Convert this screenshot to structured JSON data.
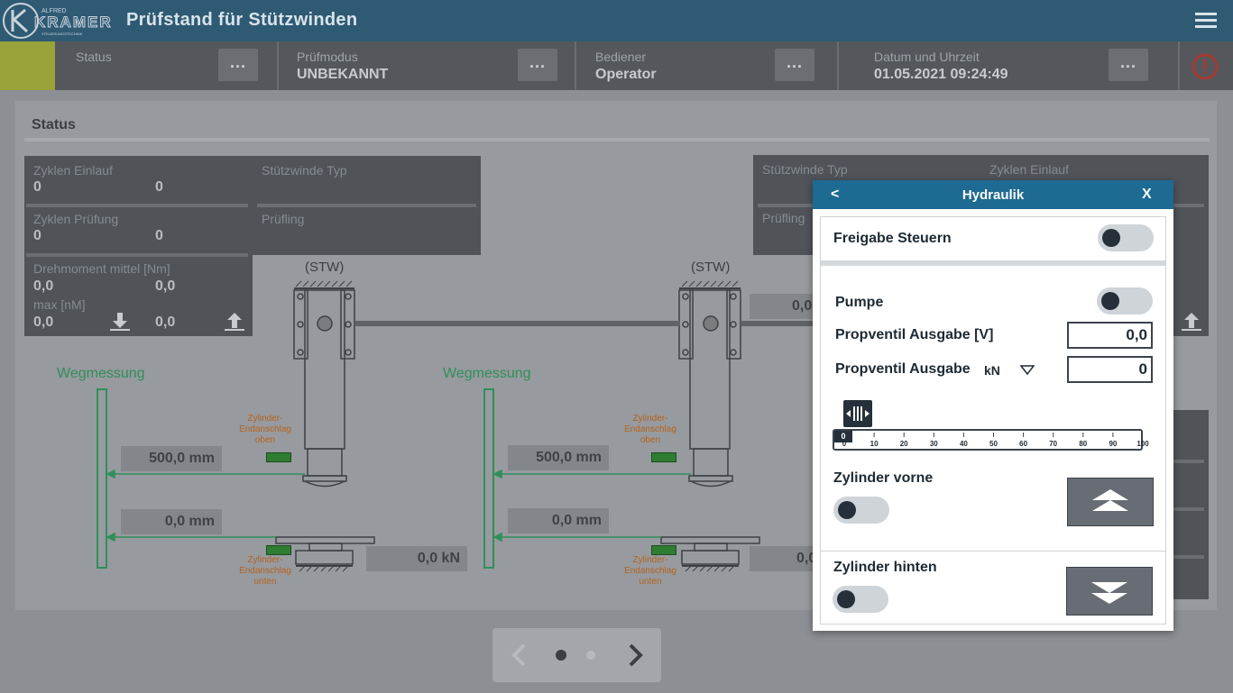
{
  "header": {
    "logo_top": "ALFRED",
    "logo_main": "KRAMER",
    "logo_sub": "STEUERUNGSTECHNIK",
    "title": "Prüfstand für Stützwinden"
  },
  "statusbar": {
    "status_label": "Status",
    "mode_label": "Prüfmodus",
    "mode_value": "UNBEKANNT",
    "operator_label": "Bediener",
    "operator_value": "Operator",
    "datetime_label": "Datum und Uhrzeit",
    "datetime_value": "01.05.2021 09:24:49",
    "dots": "...",
    "status_color": "#9aa33a",
    "alarm_color": "#c0392b"
  },
  "main": {
    "section_title": "Status",
    "left_box": {
      "cycles_run_in_label": "Zyklen Einlauf",
      "cycles_run_in_a": "0",
      "cycles_run_in_b": "0",
      "cycles_test_label": "Zyklen Prüfung",
      "cycles_test_a": "0",
      "cycles_test_b": "0",
      "type_label": "Stützwinde Typ",
      "specimen_label": "Prüfling",
      "torque_label": "Drehmoment mittel [Nm]",
      "torque_a": "0,0",
      "torque_b": "0,0",
      "max_label": "max [nM]",
      "max_a": "0,0",
      "max_b": "0,0"
    },
    "right_box": {
      "type_label": "Stützwinde Typ",
      "cycles_run_in_label": "Zyklen Einlauf",
      "specimen_label": "Prüfling",
      "partial_value": "0,0"
    },
    "diagram": {
      "stw_label": "(STW)",
      "path_label": "Wegmessung",
      "upper_stop": "Zylinder-\nEndanschlag\noben",
      "lower_stop": "Zylinder-\nEndanschlag\nunten",
      "upper_distance": "500,0 mm",
      "lower_distance": "0,0 mm",
      "force": "0,0 kN",
      "partial_force": "0,0",
      "partial_top": "0,0"
    }
  },
  "dialog": {
    "back": "<",
    "title": "Hydraulik",
    "close": "X",
    "release_label": "Freigabe Steuern",
    "pump_label": "Pumpe",
    "valve_v_label": "Propventil Ausgabe [V]",
    "valve_v_value": "0,0",
    "valve_kn_label": "Propventil Ausgabe",
    "valve_kn_unit": "kN",
    "valve_kn_value": "0",
    "slider_value": "0",
    "slider_ticks": [
      "0",
      "10",
      "20",
      "30",
      "40",
      "50",
      "60",
      "70",
      "80",
      "90",
      "100"
    ],
    "cyl_front_label": "Zylinder vorne",
    "cyl_rear_label": "Zylinder hinten"
  }
}
